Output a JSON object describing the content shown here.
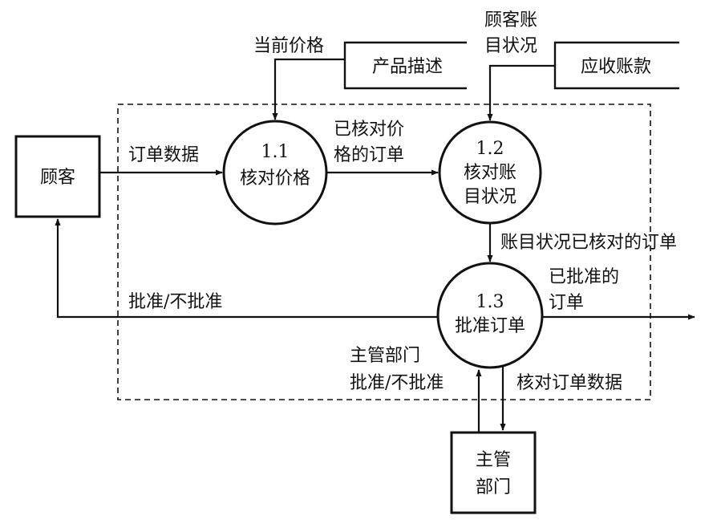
{
  "entities": {
    "customer": "顾客",
    "manager_line1": "主管",
    "manager_line2": "部门"
  },
  "processes": {
    "p11": {
      "id": "1.1",
      "line1": "核对价格"
    },
    "p12": {
      "id": "1.2",
      "line1": "核对账",
      "line2": "目状况"
    },
    "p13": {
      "id": "1.3",
      "line1": "批准订单"
    }
  },
  "stores": {
    "product_desc": "产品描述",
    "receivables": "应收账款"
  },
  "flows": {
    "order_data": "订单数据",
    "current_price": "当前价格",
    "price_checked_line1": "已核对价",
    "price_checked_line2": "格的订单",
    "customer_account_line1": "顾客账",
    "customer_account_line2": "目状况",
    "account_checked": "账目状况已核对的订单",
    "approved_order_line1": "已批准的",
    "approved_order_line2": "订单",
    "approve_reject": "批准/不批准",
    "manager_approve_line1": "主管部门",
    "manager_approve_line2": "批准/不批准",
    "check_order_data": "核对订单数据"
  }
}
